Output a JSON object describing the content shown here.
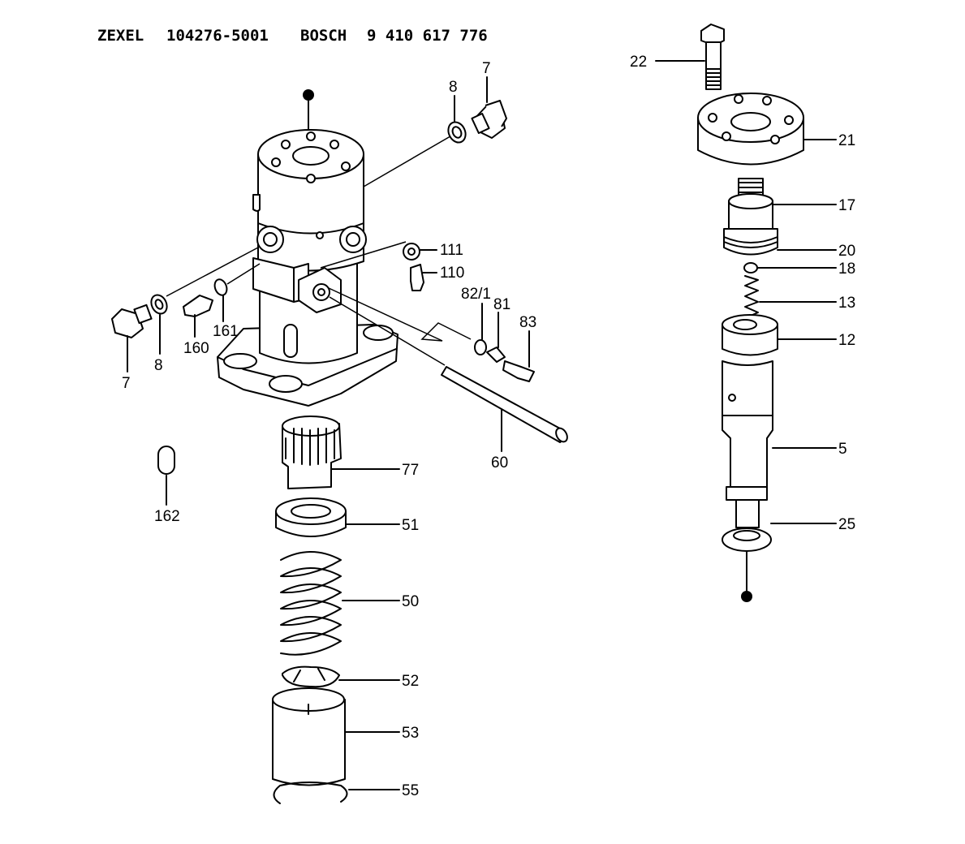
{
  "header": {
    "brand1": "ZEXEL",
    "part1": "104276-5001",
    "brand2": "BOSCH",
    "part2": "9 410 617 776"
  },
  "callouts": [
    {
      "id": "c7a",
      "text": "7"
    },
    {
      "id": "c8a",
      "text": "8"
    },
    {
      "id": "c7b",
      "text": "7"
    },
    {
      "id": "c8b",
      "text": "8"
    },
    {
      "id": "c160",
      "text": "160"
    },
    {
      "id": "c161",
      "text": "161"
    },
    {
      "id": "c111",
      "text": "111"
    },
    {
      "id": "c110",
      "text": "110"
    },
    {
      "id": "c82",
      "text": "82/1"
    },
    {
      "id": "c81",
      "text": "81"
    },
    {
      "id": "c83",
      "text": "83"
    },
    {
      "id": "c60",
      "text": "60"
    },
    {
      "id": "c162",
      "text": "162"
    },
    {
      "id": "c77",
      "text": "77"
    },
    {
      "id": "c51",
      "text": "51"
    },
    {
      "id": "c50",
      "text": "50"
    },
    {
      "id": "c52",
      "text": "52"
    },
    {
      "id": "c53",
      "text": "53"
    },
    {
      "id": "c55",
      "text": "55"
    },
    {
      "id": "c22",
      "text": "22"
    },
    {
      "id": "c21",
      "text": "21"
    },
    {
      "id": "c17",
      "text": "17"
    },
    {
      "id": "c20",
      "text": "20"
    },
    {
      "id": "c18",
      "text": "18"
    },
    {
      "id": "c13",
      "text": "13"
    },
    {
      "id": "c12",
      "text": "12"
    },
    {
      "id": "c5",
      "text": "5"
    },
    {
      "id": "c25",
      "text": "25"
    }
  ]
}
